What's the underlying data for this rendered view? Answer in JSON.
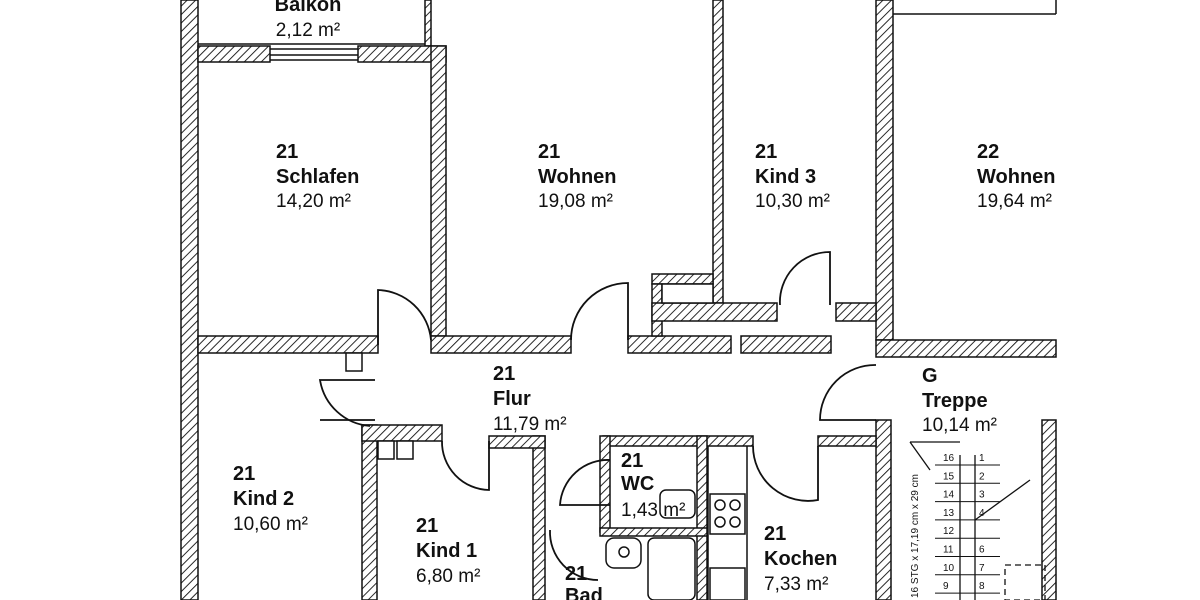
{
  "plan": {
    "rooms": [
      {
        "id": "balkon",
        "number": "",
        "name": "Balkon",
        "area": "2,12 m²"
      },
      {
        "id": "schlafen",
        "number": "21",
        "name": "Schlafen",
        "area": "14,20 m²"
      },
      {
        "id": "wohnen",
        "number": "21",
        "name": "Wohnen",
        "area": "19,08 m²"
      },
      {
        "id": "kind3",
        "number": "21",
        "name": "Kind 3",
        "area": "10,30 m²"
      },
      {
        "id": "wohnen22",
        "number": "22",
        "name": "Wohnen",
        "area": "19,64 m²"
      },
      {
        "id": "flur",
        "number": "21",
        "name": "Flur",
        "area": "11,79 m²"
      },
      {
        "id": "treppe",
        "number": "G",
        "name": "Treppe",
        "area": "10,14 m²"
      },
      {
        "id": "kind2",
        "number": "21",
        "name": "Kind 2",
        "area": "10,60 m²"
      },
      {
        "id": "wc",
        "number": "21",
        "name": "WC",
        "area": "1,43 m²"
      },
      {
        "id": "kind1",
        "number": "21",
        "name": "Kind 1",
        "area": "6,80 m²"
      },
      {
        "id": "kochen",
        "number": "21",
        "name": "Kochen",
        "area": "7,33 m²"
      },
      {
        "id": "bad",
        "number": "21",
        "name": "Bad",
        "area": ""
      }
    ],
    "stair_note": "16 STG x 17,19 cm x 29 cm",
    "stair_steps_left": [
      "16",
      "15",
      "14",
      "13",
      "12",
      "11",
      "10",
      "9"
    ],
    "stair_steps_right": [
      "1",
      "2",
      "3",
      "4",
      "",
      "6",
      "7",
      "8"
    ]
  }
}
